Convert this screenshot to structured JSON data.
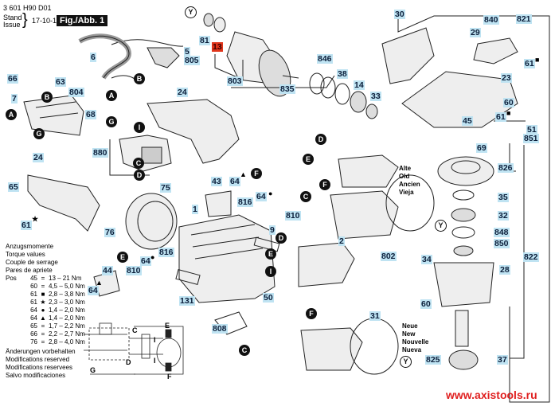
{
  "header": {
    "doc_number": "3 601 H90 D01",
    "stand_label": "Stand",
    "issue_label": "Issue",
    "date": "17-10-11",
    "figure_title": "Fig./Abb. 1"
  },
  "torque_table": {
    "headings": [
      "Anzugsmomente",
      "Torque values",
      "Couple de serrage",
      "Pares de apriete"
    ],
    "pos_label": "Pos",
    "rows": [
      {
        "pos": "45",
        "mark": "",
        "value": "13 – 21 Nm"
      },
      {
        "pos": "60",
        "mark": "",
        "value": "4,5 – 5,0 Nm"
      },
      {
        "pos": "61",
        "mark": "■",
        "value": "2,8 – 3,8 Nm"
      },
      {
        "pos": "61",
        "mark": "★",
        "value": "2,3 – 3,0 Nm"
      },
      {
        "pos": "64",
        "mark": "●",
        "value": "1,4 – 2,0 Nm"
      },
      {
        "pos": "64",
        "mark": "▲",
        "value": "1,4 – 2,0 Nm"
      },
      {
        "pos": "65",
        "mark": "",
        "value": "1,7 – 2,2 Nm"
      },
      {
        "pos": "66",
        "mark": "",
        "value": "2,2 – 2,7 Nm"
      },
      {
        "pos": "76",
        "mark": "",
        "value": "2,8 – 4,0 Nm"
      }
    ]
  },
  "notes": [
    "Änderungen vorbehalten",
    "Modifications reserved",
    "Modifications reservees",
    "Salvo modificaciones"
  ],
  "version_old": [
    "Alte",
    "Old",
    "Ancien",
    "Vieja"
  ],
  "version_new": [
    "Neue",
    "New",
    "Nouvelle",
    "Nueva"
  ],
  "watermark": "www.axistools.ru",
  "highlight_color": "#e0361c",
  "label_color": "#bfe3f2",
  "part_labels": [
    {
      "id": "81",
      "text": "81"
    },
    {
      "id": "13",
      "text": "13",
      "highlighted": true
    },
    {
      "id": "5",
      "text": "5"
    },
    {
      "id": "805",
      "text": "805"
    },
    {
      "id": "6",
      "text": "6"
    },
    {
      "id": "66",
      "text": "66"
    },
    {
      "id": "63",
      "text": "63"
    },
    {
      "id": "804",
      "text": "804"
    },
    {
      "id": "7",
      "text": "7"
    },
    {
      "id": "68",
      "text": "68"
    },
    {
      "id": "880",
      "text": "880"
    },
    {
      "id": "24a",
      "text": "24"
    },
    {
      "id": "24b",
      "text": "24"
    },
    {
      "id": "65",
      "text": "65"
    },
    {
      "id": "61star",
      "text": "61"
    },
    {
      "id": "76",
      "text": "76"
    },
    {
      "id": "75",
      "text": "75"
    },
    {
      "id": "43",
      "text": "43"
    },
    {
      "id": "64tri",
      "text": "64"
    },
    {
      "id": "64dot",
      "text": "64"
    },
    {
      "id": "816a",
      "text": "816"
    },
    {
      "id": "1",
      "text": "1"
    },
    {
      "id": "810a",
      "text": "810"
    },
    {
      "id": "9",
      "text": "9"
    },
    {
      "id": "816b",
      "text": "816"
    },
    {
      "id": "64dot2",
      "text": "64"
    },
    {
      "id": "44",
      "text": "44"
    },
    {
      "id": "810b",
      "text": "810"
    },
    {
      "id": "64tri2",
      "text": "64"
    },
    {
      "id": "131",
      "text": "131"
    },
    {
      "id": "808",
      "text": "808"
    },
    {
      "id": "50",
      "text": "50"
    },
    {
      "id": "2",
      "text": "2"
    },
    {
      "id": "802",
      "text": "802"
    },
    {
      "id": "31",
      "text": "31"
    },
    {
      "id": "803",
      "text": "803"
    },
    {
      "id": "835",
      "text": "835"
    },
    {
      "id": "846",
      "text": "846"
    },
    {
      "id": "38",
      "text": "38"
    },
    {
      "id": "14",
      "text": "14"
    },
    {
      "id": "33",
      "text": "33"
    },
    {
      "id": "30",
      "text": "30"
    },
    {
      "id": "840",
      "text": "840"
    },
    {
      "id": "821",
      "text": "821"
    },
    {
      "id": "29",
      "text": "29"
    },
    {
      "id": "61sq",
      "text": "61"
    },
    {
      "id": "23",
      "text": "23"
    },
    {
      "id": "60a",
      "text": "60"
    },
    {
      "id": "45",
      "text": "45"
    },
    {
      "id": "61sq2",
      "text": "61"
    },
    {
      "id": "51",
      "text": "51"
    },
    {
      "id": "851",
      "text": "851"
    },
    {
      "id": "69",
      "text": "69"
    },
    {
      "id": "826",
      "text": "826"
    },
    {
      "id": "35",
      "text": "35"
    },
    {
      "id": "32",
      "text": "32"
    },
    {
      "id": "848",
      "text": "848"
    },
    {
      "id": "850",
      "text": "850"
    },
    {
      "id": "34",
      "text": "34"
    },
    {
      "id": "28",
      "text": "28"
    },
    {
      "id": "822",
      "text": "822"
    },
    {
      "id": "60b",
      "text": "60"
    },
    {
      "id": "825",
      "text": "825"
    },
    {
      "id": "37",
      "text": "37"
    }
  ],
  "connectors": {
    "A": "A",
    "B": "B",
    "C": "C",
    "D": "D",
    "E": "E",
    "F": "F",
    "G": "G",
    "I": "I",
    "Y": "Y"
  },
  "schematic_labels": {
    "C": "C",
    "D": "D",
    "E": "E",
    "F": "F",
    "G": "G",
    "I": "I"
  }
}
